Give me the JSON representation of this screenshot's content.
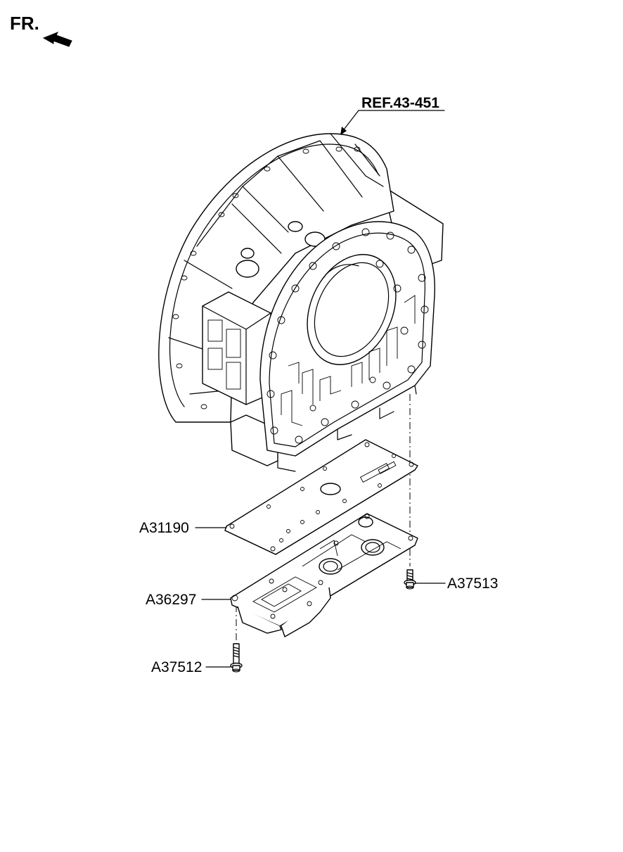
{
  "orientation": {
    "label": "FR."
  },
  "reference": {
    "label": "REF.43-451"
  },
  "callouts": {
    "valve_body_plate": "A31190",
    "valve_body": "A36297",
    "bolt_long": "A37512",
    "bolt_short": "A37513"
  }
}
